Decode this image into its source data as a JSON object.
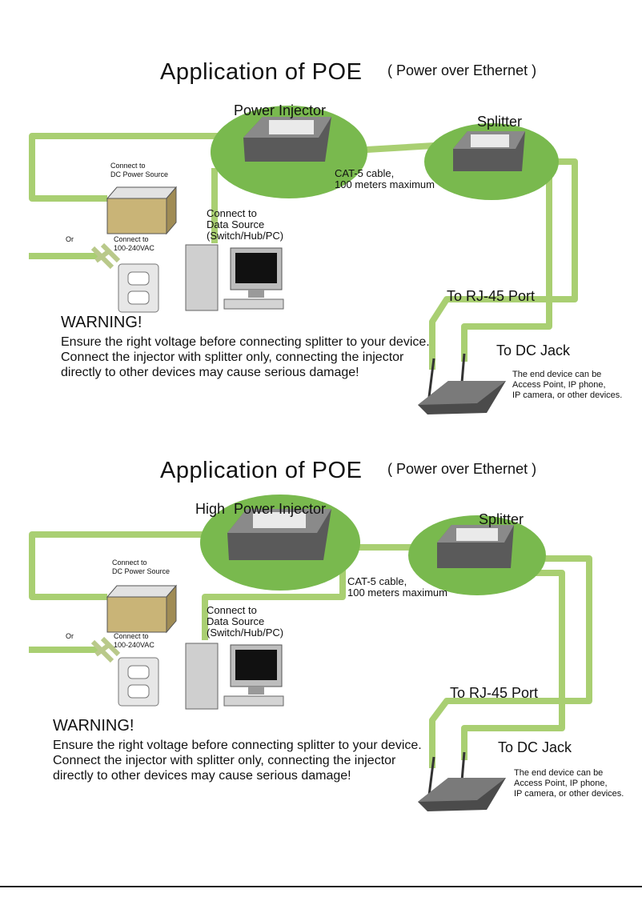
{
  "panels": [
    {
      "title_main": "Application of  POE",
      "title_sub": "( Power over Ethernet )",
      "injector_prefix": "",
      "injector_label": "Power Injector",
      "splitter_label": "Splitter",
      "cable_label_1": "CAT-5 cable,",
      "cable_label_2": "100 meters maximum",
      "dc_source_1": "Connect to",
      "dc_source_2": "DC Power Source",
      "or_label": "Or",
      "ac_1": "Connect to",
      "ac_2": "100-240VAC",
      "data_source_1": "Connect to",
      "data_source_2": "Data Source",
      "data_source_3": "(Switch/Hub/PC)",
      "rj45_label": "To RJ-45 Port",
      "dcjack_label": "To DC Jack",
      "end_device_1": "The end device can be",
      "end_device_2": "Access Point, IP phone,",
      "end_device_3": "IP camera, or other devices.",
      "warning_title": "WARNING!",
      "warning_text": "Ensure the right voltage before connecting splitter to your device. Connect the injector with splitter only, connecting the injector directly to other devices may cause serious damage!"
    },
    {
      "title_main": "Application of  POE",
      "title_sub": "( Power over Ethernet )",
      "injector_prefix": "High",
      "injector_label": "Power Injector",
      "splitter_label": "Splitter",
      "cable_label_1": "CAT-5 cable,",
      "cable_label_2": "100 meters maximum",
      "dc_source_1": "Connect to",
      "dc_source_2": "DC Power Source",
      "or_label": "Or",
      "ac_1": "Connect to",
      "ac_2": "100-240VAC",
      "data_source_1": "Connect to",
      "data_source_2": "Data Source",
      "data_source_3": "(Switch/Hub/PC)",
      "rj45_label": "To RJ-45 Port",
      "dcjack_label": "To DC Jack",
      "end_device_1": "The end device can be",
      "end_device_2": "Access Point, IP phone,",
      "end_device_3": "IP camera, or other devices.",
      "warning_title": "WARNING!",
      "warning_text": "Ensure the right voltage before connecting splitter to your device. Connect the injector with splitter only, connecting the injector directly to other devices may cause serious damage!"
    }
  ],
  "colors": {
    "cable": "#a9cf72",
    "cable_edge": "#6f9a3c",
    "ellipse": "#79b94e",
    "device": "#4b4b4b"
  }
}
